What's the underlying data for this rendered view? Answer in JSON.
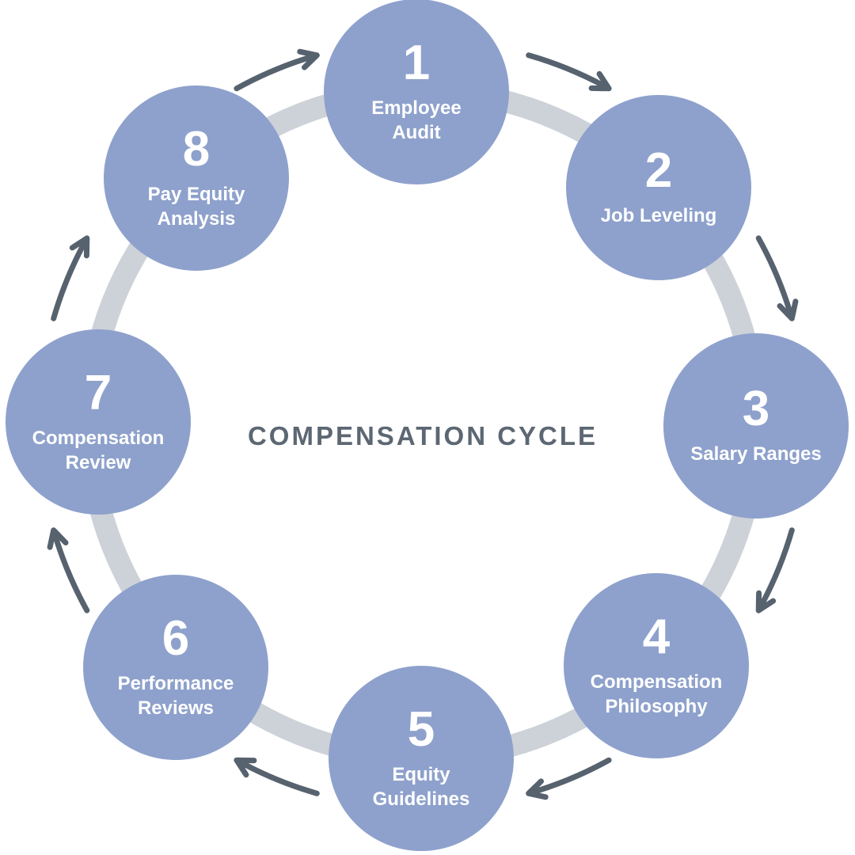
{
  "title": "COMPENSATION CYCLE",
  "steps": [
    {
      "number": "1",
      "label": "Employee\nAudit"
    },
    {
      "number": "2",
      "label": "Job Leveling"
    },
    {
      "number": "3",
      "label": "Salary Ranges"
    },
    {
      "number": "4",
      "label": "Compensation\nPhilosophy"
    },
    {
      "number": "5",
      "label": "Equity\nGuidelines"
    },
    {
      "number": "6",
      "label": "Performance\nReviews"
    },
    {
      "number": "7",
      "label": "Compensation\nReview"
    },
    {
      "number": "8",
      "label": "Pay Equity\nAnalysis"
    }
  ],
  "colors": {
    "background": "#FFFFFF",
    "circle": "#8EA1CC",
    "ring": "#CDD2D8",
    "arrow": "#57626F",
    "title": "#5C6773",
    "text": "#FFFFFF"
  }
}
